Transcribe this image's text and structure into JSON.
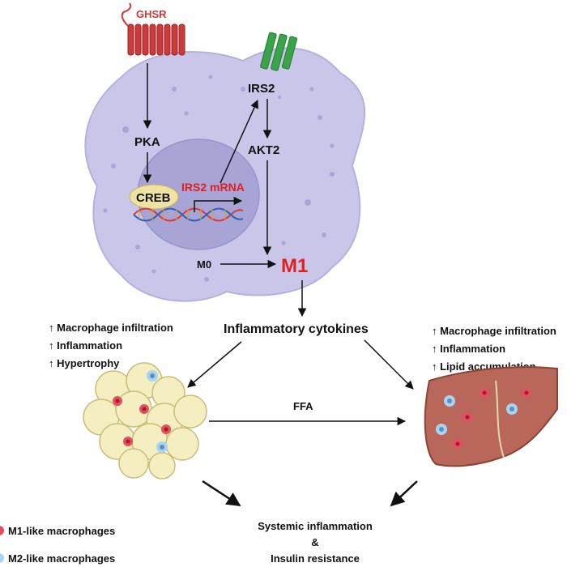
{
  "cell": {
    "receptor_label": "GHSR",
    "pka_label": "PKA",
    "creb_label": "CREB",
    "mrna_label": "IRS2 mRNA",
    "irs2_label": "IRS2",
    "akt2_label": "AKT2",
    "m0_label": "M0",
    "m1_label": "M1"
  },
  "cytokines_label": "Inflammatory cytokines",
  "adipose": {
    "effects": [
      "↑ Macrophage infiltration",
      "↑ Inflammation",
      "↑ Hypertrophy"
    ]
  },
  "liver": {
    "effects": [
      "↑ Macrophage infiltration",
      "↑ Inflammation",
      "↑ Lipid accumulation"
    ]
  },
  "ffa_label": "FFA",
  "outcome": {
    "line1": "Systemic inflammation",
    "line2": "&",
    "line3": "Insulin resistance"
  },
  "legend": {
    "m1": "M1-like macrophages",
    "m2": "M2-like macrophages"
  },
  "colors": {
    "cell_fill": "#c9c6ea",
    "nucleus_fill": "#a9a4d6",
    "receptor": "#cc3b3b",
    "receptor2": "#3aa44a",
    "m1_red": "#e02020",
    "liver_fill": "#b9675a",
    "adipocyte_fill": "#f4eec0"
  }
}
